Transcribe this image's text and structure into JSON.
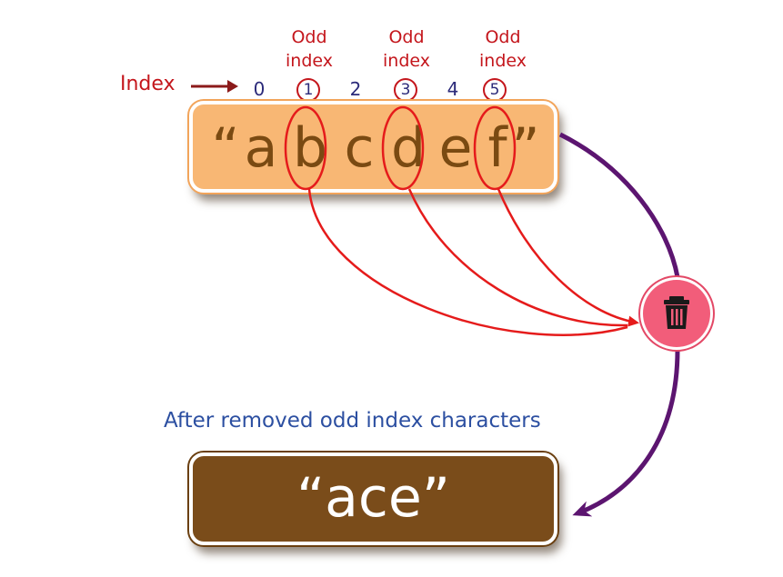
{
  "index_label": "Index",
  "odd_label_line1": "Odd",
  "odd_label_line2": "index",
  "indices": [
    "0",
    "1",
    "2",
    "3",
    "4",
    "5"
  ],
  "source": {
    "open_quote": "“",
    "chars": [
      "a",
      "b",
      "c",
      "d",
      "e",
      "f"
    ],
    "close_quote": "”"
  },
  "caption": "After removed odd index characters",
  "result": "“ace”",
  "colors": {
    "source_fill": "#f8b774",
    "result_fill": "#7a4c1a",
    "highlight_red": "#c4161c",
    "flow_purple": "#5c1570",
    "trash_pink": "#f25d7a"
  },
  "icons": [
    "trash-icon",
    "arrow-right-icon"
  ]
}
